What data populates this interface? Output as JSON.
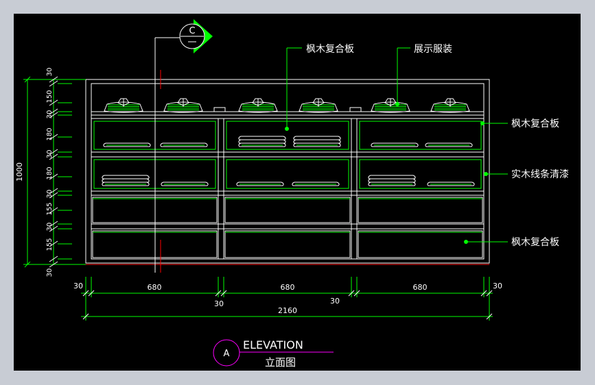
{
  "palette": {
    "cad_white": "#ffffff",
    "cad_green": "#00ff00",
    "cad_red": "#ff0000",
    "cad_magenta": "#ff00ff",
    "frame_gray": "#c8ccd4",
    "background": "#000000"
  },
  "section_marker": {
    "label": "C"
  },
  "callouts": {
    "top_panel": "枫木复合板",
    "display_clothes": "展示服装",
    "side_panel": "枫木复合板",
    "wood_strip": "实木线条清漆",
    "bottom_panel": "枫木复合板"
  },
  "vertical_dims": {
    "segments": [
      "30",
      "150",
      "30",
      "180",
      "30",
      "180",
      "30",
      "155",
      "30",
      "155",
      "30"
    ],
    "total": "1000"
  },
  "horizontal_dims": {
    "left_gap": "30",
    "bays": [
      "680",
      "680",
      "680"
    ],
    "mid_gap_1": "30",
    "mid_gap_2": "30",
    "right_gap": "30",
    "total": "2160"
  },
  "title_block": {
    "letter": "A",
    "title_en": "ELEVATION",
    "title_cn": "立面图"
  }
}
